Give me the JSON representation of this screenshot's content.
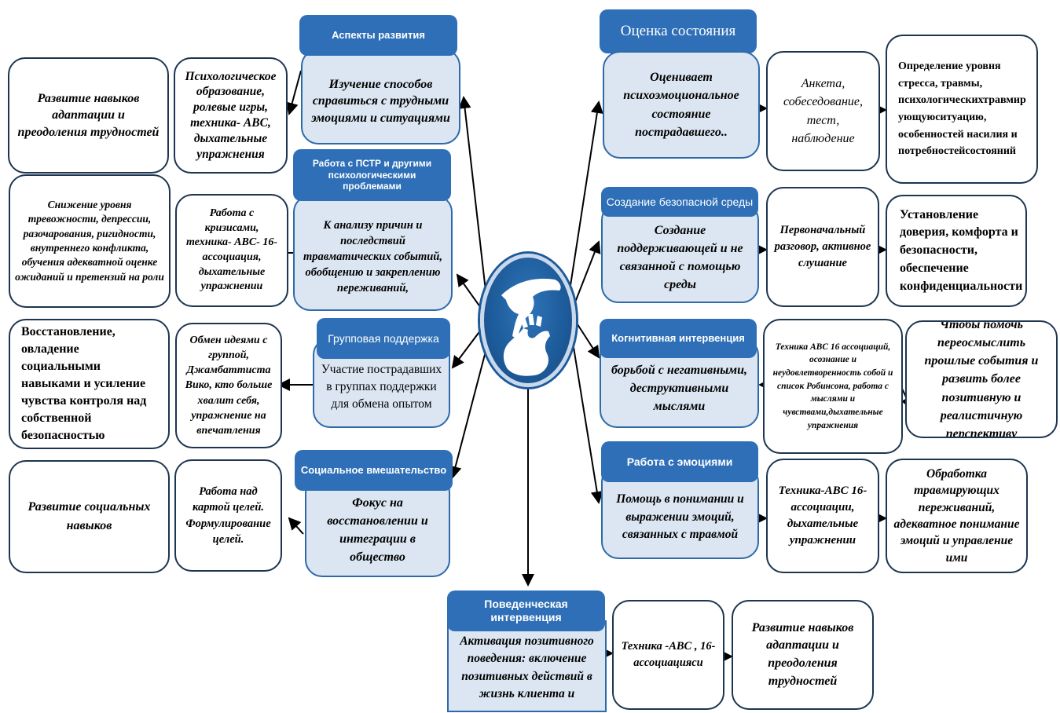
{
  "left": {
    "row1": {
      "header": "Аспекты развития",
      "main": "Изучение способов справиться с трудными эмоциями и ситуациями",
      "method": "Психологическое образование, ролевые игры, техника- ABC, дыхательные упражнения",
      "result": "Развитие навыков адаптации и преодоления трудностей"
    },
    "row2": {
      "header": "Работа с ПСТР и другими психологическими проблемами",
      "main": "К анализу причин и последствий травматических событий, обобщению и закреплению переживаний,",
      "method": "Работа с кризисами, техника- ABC- 16-ассоциация, дыхательные упражнении",
      "result": "Снижение уровня тревожности, депрессии, разочарования, ригидности, внутреннего конфликта, обучения адекватной оценке ожиданий и претензий на роли"
    },
    "row3": {
      "header": "Групповая поддержка",
      "main": "Участие пострадавших в группах поддержки для обмена опытом",
      "method": "Обмен идеями с группой, Джамбаттиста Вико, кто больше хвалит себя, упражнение на впечатления",
      "result": "Восстановление, овладение социальными навыками и усиление чувства контроля над собственной безопасностью"
    },
    "row4": {
      "header": "Социальное вмешательство",
      "main": "Фокус на восстановлении и интеграции в общество",
      "method": "Работа над картой целей. Формулирование целей.",
      "result": "Развитие социальных навыков"
    }
  },
  "right": {
    "row1": {
      "header": "Оценка состояния",
      "main": "Оценивает психоэмоциональное состояние пострадавшего..",
      "method": "Анкета, собеседование, тест, наблюдение",
      "result": "Определение уровня стресса, травмы, психологическихтравмир ующуюситуацию, особенностей насилия и потребностейсостояний"
    },
    "row2": {
      "header": "Создание безопасной среды",
      "main": "Создание поддерживающей и не связанной с помощью среды",
      "method": "Первоначальный разговор, активное слушание",
      "result": "Установление доверия, комфорта и безопасности, обеспечение конфиденциальности"
    },
    "row3": {
      "header": "Когнитивная интервенция",
      "main": "борьбой с негативными, деструктивными мыслями",
      "method": "Техника ABC 16 ассоциаций, осознание и неудовлетворенность собой и список Робинсона, работа с мыслями и чувствами,дыхательные упражнения",
      "result": "Чтобы помочь переосмыслить прошлые события и развить более позитивную и реалистичную перспективу"
    },
    "row4": {
      "header": "Работа с эмоциями",
      "main": "Помощь в понимании и выражении эмоций, связанных с травмой",
      "method": "Техника-ABC 16-ассоциации, дыхательные упражнении",
      "result": "Обработка травмирующих переживаний, адекватное понимание эмоций и управление ими"
    }
  },
  "bottom": {
    "header": "Поведенческая интервенция",
    "main": "Активация позитивного поведения: включение позитивных действий в жизнь клиента и",
    "method": "Техника -ABC , 16- ассоциацияси",
    "result": "Развитие навыков адаптации и преодоления трудностей"
  },
  "colors": {
    "header": "#2e6fb7",
    "main_fill": "#dce6f2",
    "main_border": "#2e6aa8",
    "outline": "#1d3550",
    "center": "#1d5b9a"
  },
  "center_icon": "hands-icon"
}
